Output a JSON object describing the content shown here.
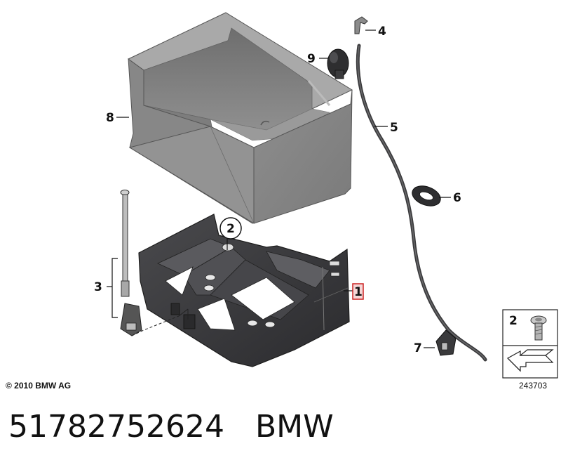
{
  "callouts": {
    "c1": "1",
    "c2": "2",
    "c3": "3",
    "c4": "4",
    "c5": "5",
    "c6": "6",
    "c7": "7",
    "c8": "8",
    "c9": "9",
    "legend_qty": "2"
  },
  "copyright": "© 2010 BMW AG",
  "diagram_number": "243703",
  "part_number": "51782752624",
  "brand": "BMW",
  "colors": {
    "highlight_box": "#cc2222",
    "part_fill": "#8a8a8a",
    "tray_fill": "#3a3a3c"
  }
}
